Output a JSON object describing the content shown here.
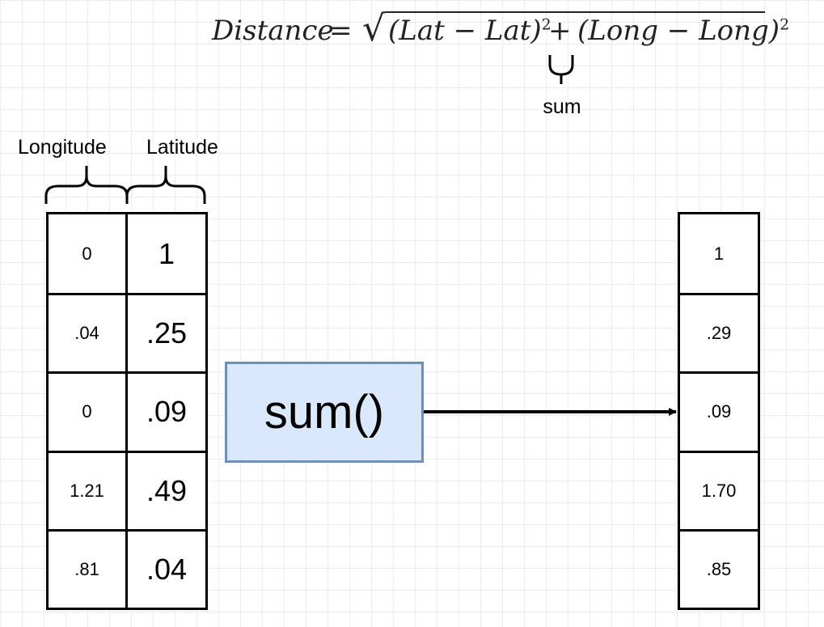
{
  "formula": {
    "lhs": "Distance",
    "equals": "=",
    "sqrt": "√",
    "term1": "(Lat − Lat)",
    "term1_exp": "2",
    "plus": "+",
    "term2": "(Long − Long)",
    "term2_exp": "2"
  },
  "sum_annotation": "sum",
  "column_labels": {
    "longitude": "Longitude",
    "latitude": "Latitude"
  },
  "input_rows": [
    {
      "longitude": "0",
      "latitude": "1"
    },
    {
      "longitude": ".04",
      "latitude": ".25"
    },
    {
      "longitude": "0",
      "latitude": ".09"
    },
    {
      "longitude": "1.21",
      "latitude": ".49"
    },
    {
      "longitude": ".81",
      "latitude": ".04"
    }
  ],
  "function_box": {
    "label": "sum()",
    "fill_color": "#dae8fc",
    "border_color": "#6c8ebf"
  },
  "output_rows": [
    "1",
    ".29",
    ".09",
    "1.70",
    ".85"
  ]
}
